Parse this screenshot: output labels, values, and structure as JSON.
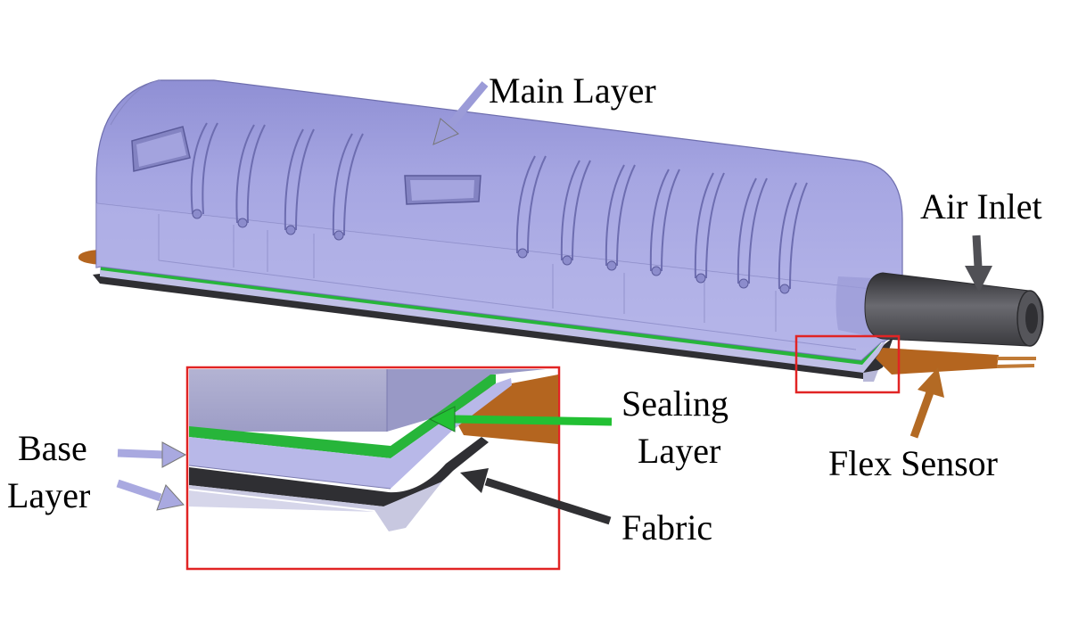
{
  "labels": {
    "main_layer": "Main Layer",
    "air_inlet": "Air Inlet",
    "sealing_layer_line1": "Sealing",
    "sealing_layer_line2": "Layer",
    "base_layer_line1": "Base",
    "base_layer_line2": "Layer",
    "flex_sensor": "Flex Sensor",
    "fabric": "Fabric"
  },
  "colors": {
    "main_layer": "#a9a9e6",
    "main_layer_edge": "#6e6eae",
    "sealing_layer": "#27b53a",
    "base_layer": "#c4c4e8",
    "fabric": "#3b3b3f",
    "flex_sensor": "#b4651f",
    "air_inlet": "#4a4a4f",
    "zoom_box": "#e12424",
    "arrow_main": "#9b9bd8",
    "arrow_air": "#505055",
    "arrow_sealing": "#22c033",
    "arrow_fabric": "#303033",
    "arrow_flex": "#b36a24",
    "arrow_base": "#a9a9e0"
  }
}
